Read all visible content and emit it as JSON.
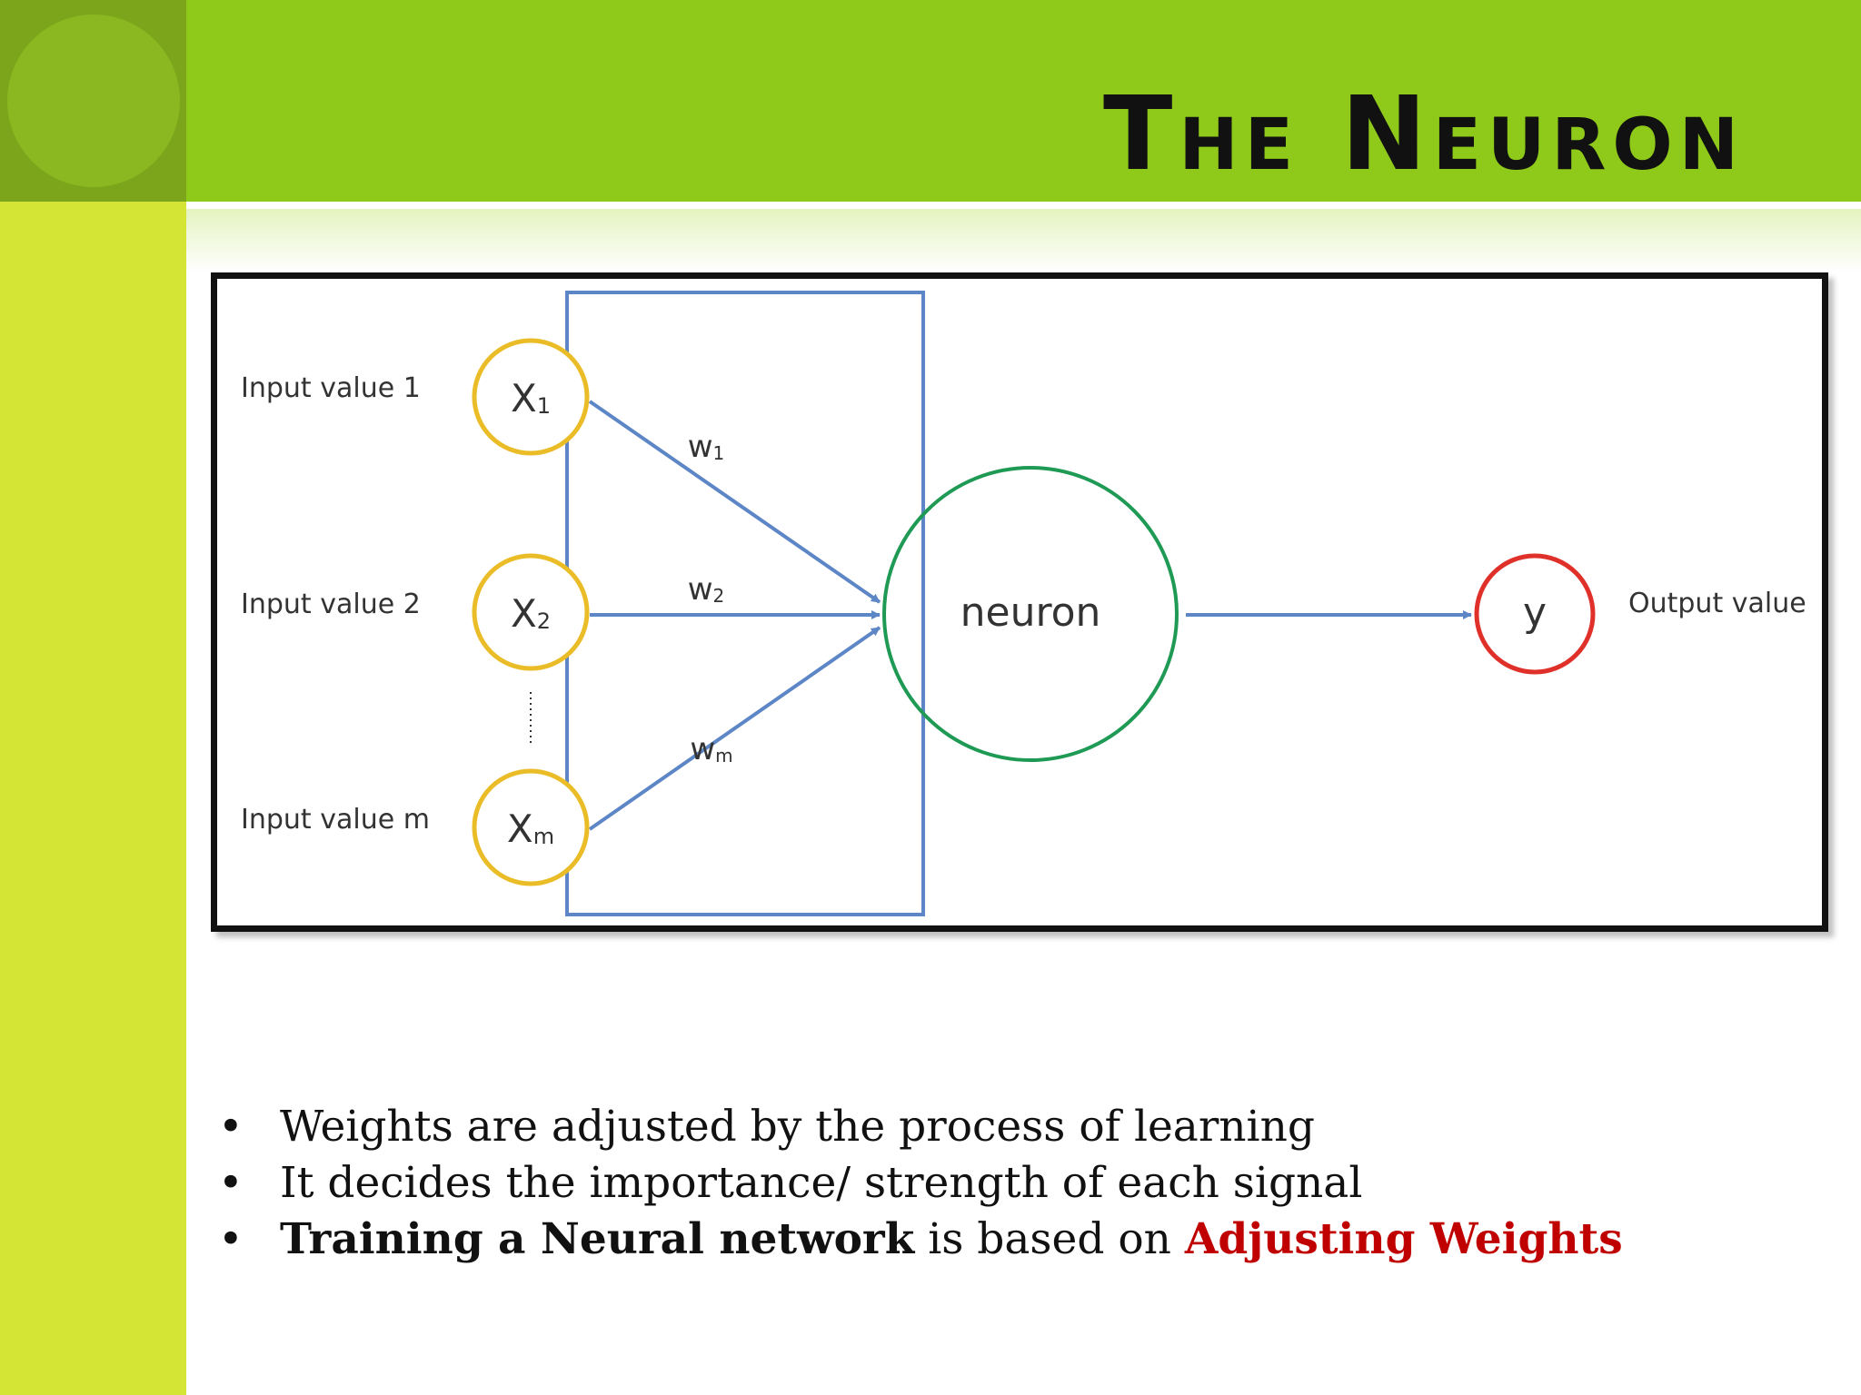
{
  "slide": {
    "title": "The Neuron",
    "colors": {
      "header": "#8fc91a",
      "sidebar": "#d4e535",
      "corner": "#7ca51b",
      "accent": "#c00000"
    }
  },
  "diagram": {
    "inputs": [
      {
        "label": "Input value 1",
        "node": "X",
        "sub": "1",
        "weight": "w",
        "weight_sub": "1"
      },
      {
        "label": "Input value 2",
        "node": "X",
        "sub": "2",
        "weight": "w",
        "weight_sub": "2"
      },
      {
        "label": "Input value m",
        "node": "X",
        "sub": "m",
        "weight": "w",
        "weight_sub": "m"
      }
    ],
    "neuron_label": "neuron",
    "output_node": "y",
    "output_label": "Output value",
    "colors": {
      "input_circle": "#eabd28",
      "neuron_circle": "#1f9a55",
      "output_circle": "#e0302a",
      "connector": "#5d86c6"
    }
  },
  "bullets": {
    "b1": "Weights are adjusted by the process of learning",
    "b2": "It decides the importance/ strength of each signal",
    "b3_bold": "Training a Neural network",
    "b3_mid": " is based on ",
    "b3_accent": "Adjusting Weights"
  }
}
